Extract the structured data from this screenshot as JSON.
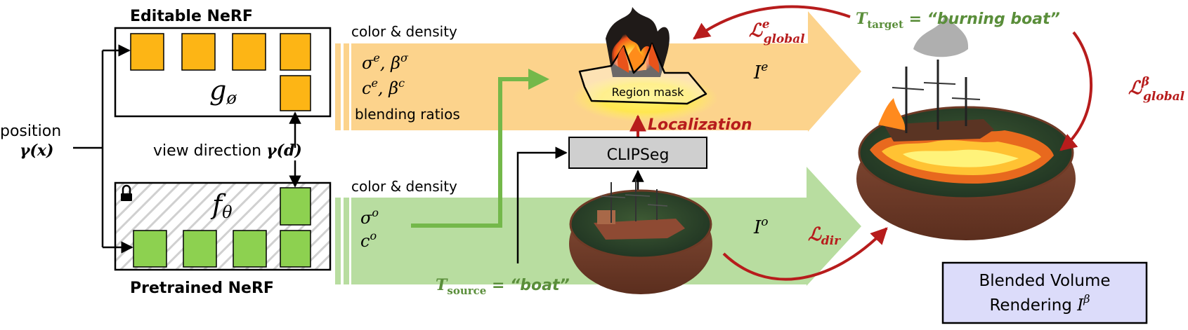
{
  "editable_title": "Editable NeRF",
  "pretrained_title": "Pretrained NeRF",
  "g_label": "g",
  "g_sub": "ø",
  "f_label": "f",
  "f_sub": "θ",
  "position_label": "position",
  "position_symbol": "γ(x)",
  "view_dir_text": "view direction",
  "view_dir_symbol": "γ(d)",
  "top_color_density": "color & density",
  "top_sigma": "σ",
  "top_sigma_sup": "e",
  "top_beta1": "β",
  "top_beta1_sup": "σ",
  "top_c": "c",
  "top_c_sup": "e",
  "top_beta2": "β",
  "top_beta2_sup": "c",
  "blending_ratios": "blending ratios",
  "bottom_color_density": "color & density",
  "bottom_sigma": "σ",
  "bottom_sigma_sup": "o",
  "bottom_c": "c",
  "bottom_c_sup": "o",
  "Ie": "I",
  "Ie_sup": "e",
  "Io": "I",
  "Io_sup": "o",
  "region_mask": "Region mask",
  "localization": "Localization",
  "clipseg": "CLIPSeg",
  "t_target_T": "T",
  "t_target_sub": "target",
  "t_target_eq": "=",
  "t_target_val": "“burning boat”",
  "t_source_T": "T",
  "t_source_sub": "source",
  "t_source_eq": "=",
  "t_source_val": "“boat”",
  "loss_global_e": "ℒ",
  "loss_global_e_sup": "e",
  "loss_global_e_sub": "global",
  "loss_global_b": "ℒ",
  "loss_global_b_sup": "β",
  "loss_global_b_sub": "global",
  "loss_dir": "ℒ",
  "loss_dir_sub": "dir",
  "blended_line1": "Blended Volume",
  "blended_line2": "Rendering",
  "blended_I": "I",
  "blended_sup": "β",
  "colors": {
    "orange_block": "#FDB515",
    "green_block": "#8DD150",
    "orange_band": "#FCD38C",
    "green_band": "#B8DDA0",
    "loss_red": "#B71C1C",
    "text_green": "#5A8E3A",
    "clipseg_fill": "#CFCFCF",
    "blended_fill": "#DCDCFA",
    "arrow_green": "#74B84A"
  }
}
